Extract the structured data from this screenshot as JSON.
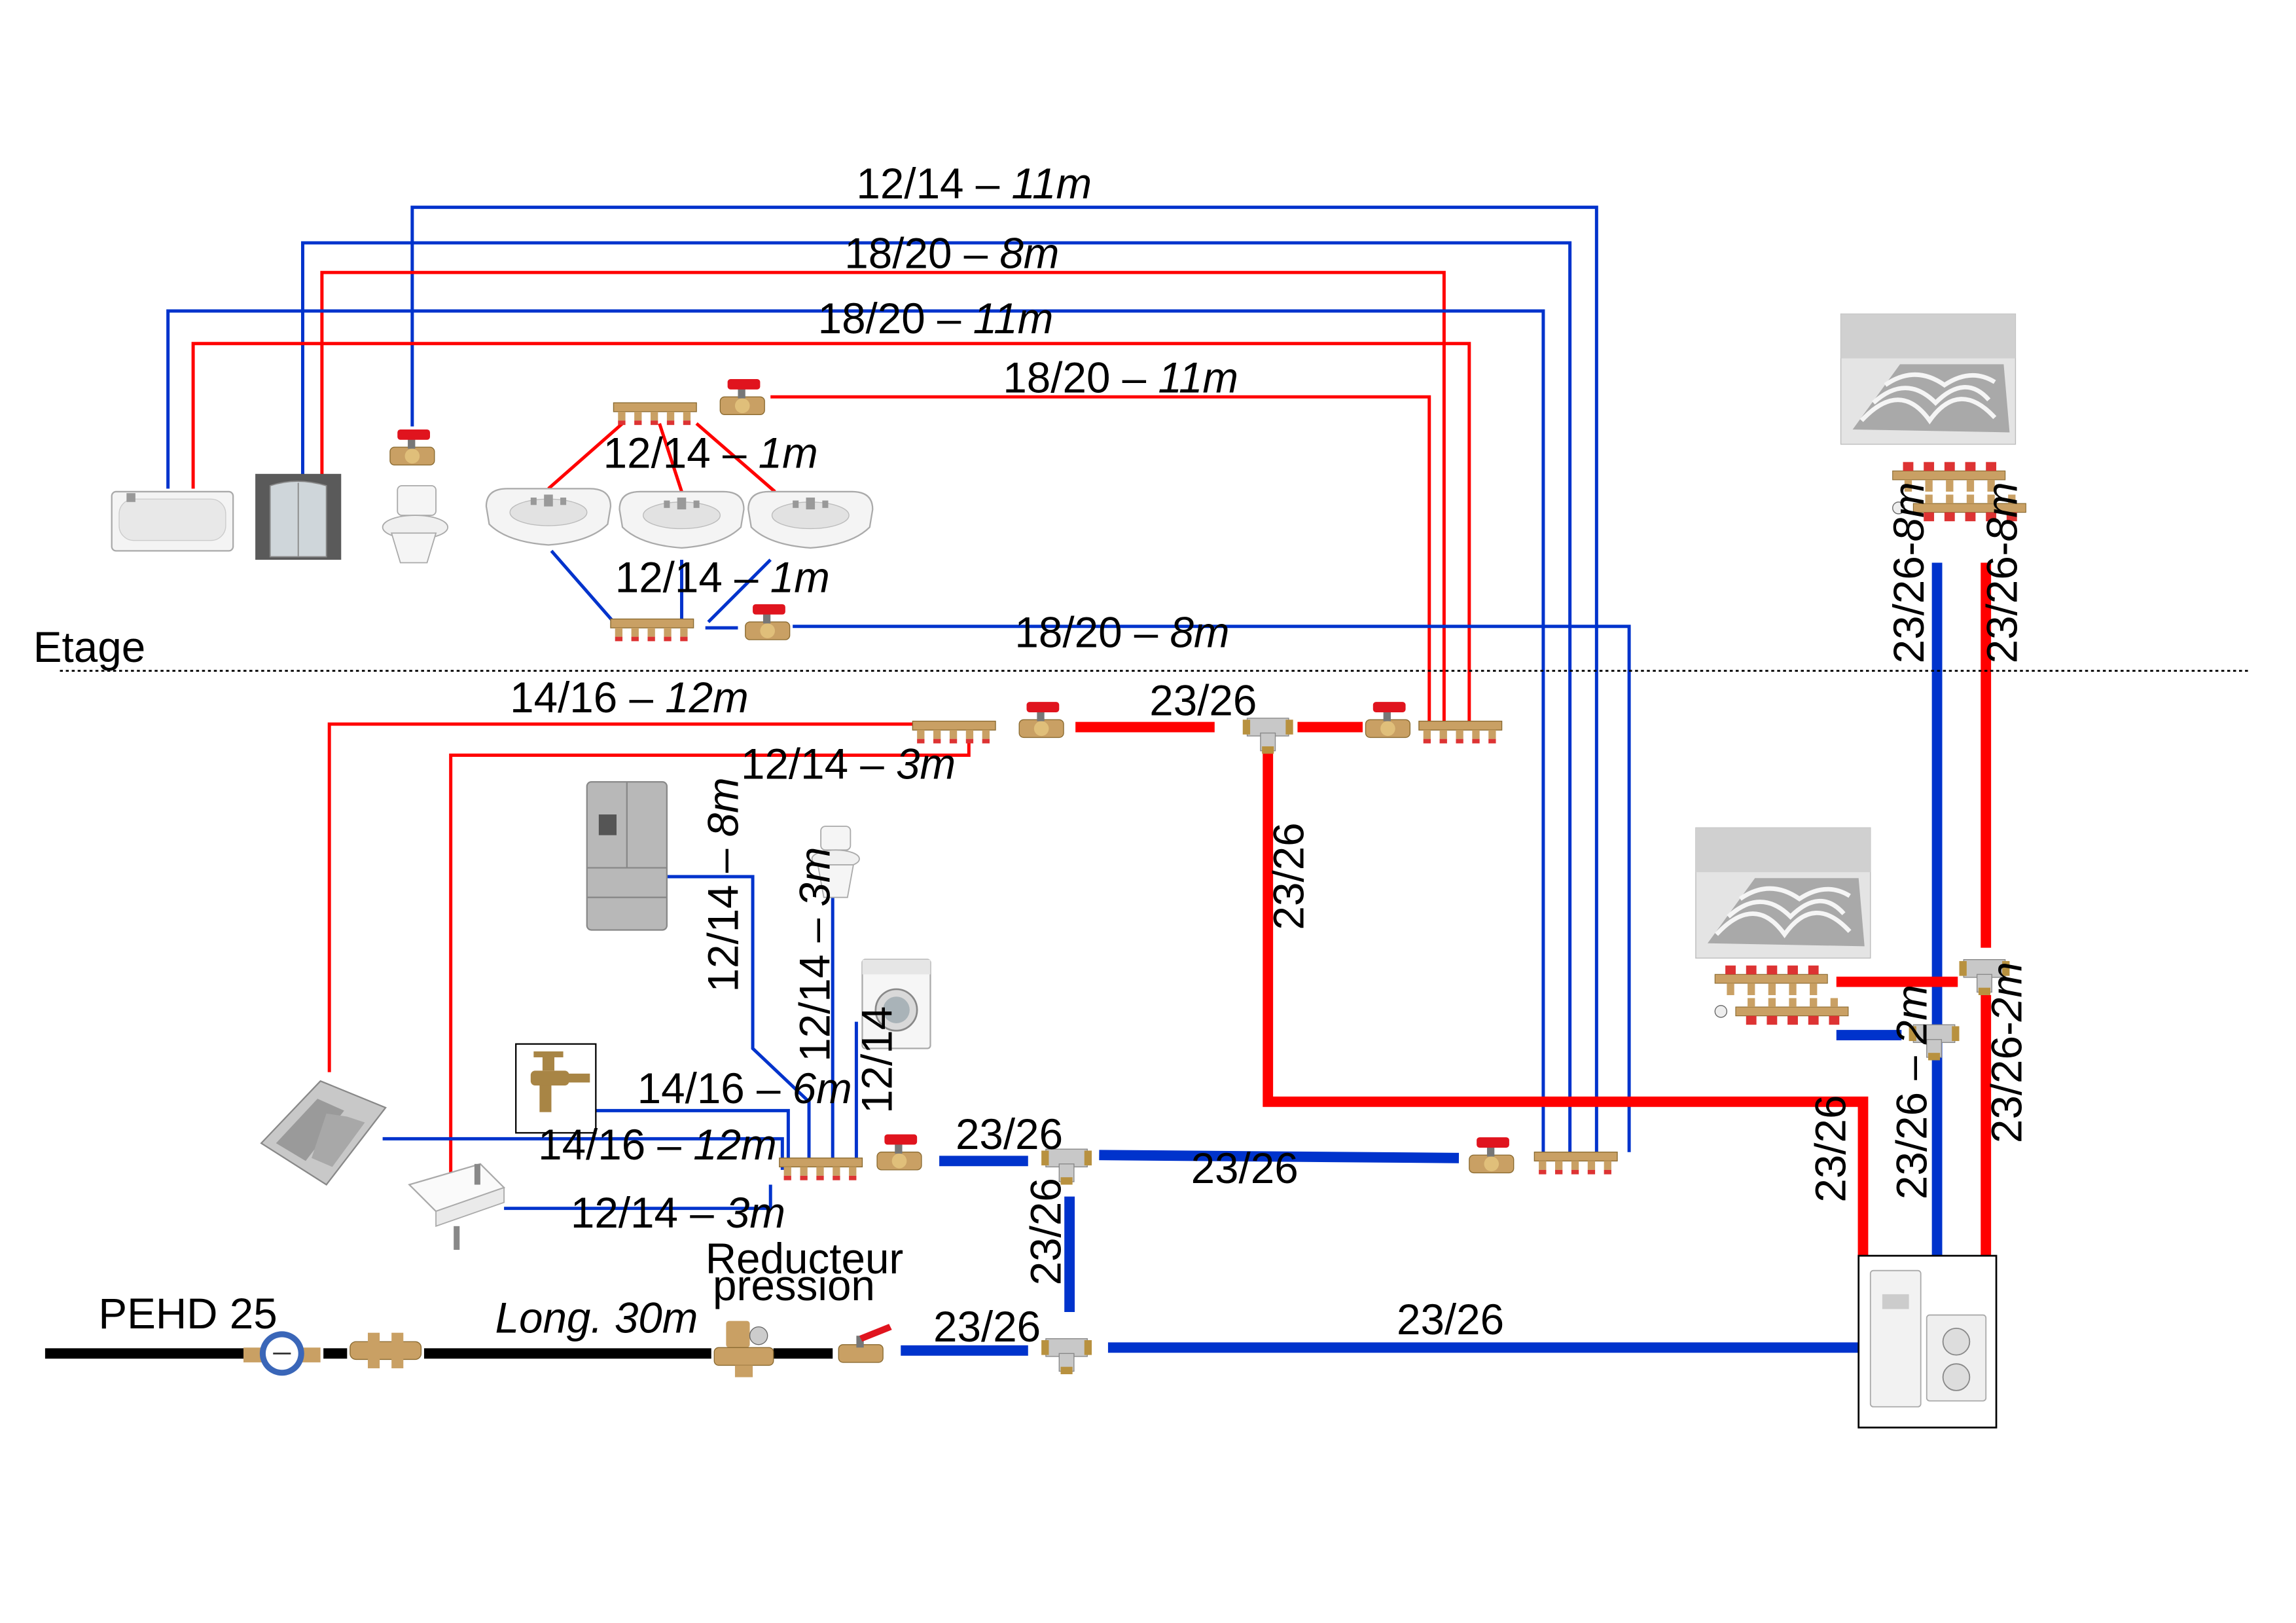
{
  "labels": {
    "etage": "Etage",
    "l_12_14_11m_a": "12/14 – ",
    "l_12_14_11m_b": "11m",
    "l_18_20_8m_a": "18/20 – ",
    "l_18_20_8m_b": "8m",
    "l_18_20_11m_a": "18/20 – ",
    "l_18_20_11m_b": "11m",
    "l_18_20_11m2_a": "18/20 – ",
    "l_18_20_11m2_b": "11m",
    "l_12_14_1m_top_a": "12/14 – ",
    "l_12_14_1m_top_b": "1m",
    "l_12_14_1m_bot_a": "12/14 – ",
    "l_12_14_1m_bot_b": "1m",
    "l_18_20_8m2_a": "18/20 – ",
    "l_18_20_8m2_b": "8m",
    "l_14_16_12m_top_a": "14/16 – ",
    "l_14_16_12m_top_b": "12m",
    "l_12_14_3m_top_a": "12/14 – ",
    "l_12_14_3m_top_b": "3m",
    "l_23_26_red_top": "23/26",
    "l_23_26_red_vert": "23/26",
    "l_12_14_8m_a": "12/14 – ",
    "l_12_14_8m_b": "8m",
    "l_12_14_3m_vert_a": "12/14 – ",
    "l_12_14_3m_vert_b": "3m",
    "l_12_14_vert": "12/14",
    "l_14_16_6m_a": "14/16 – ",
    "l_14_16_6m_b": "6m",
    "l_14_16_12m_a": "14/16 – ",
    "l_14_16_12m_b": "12m",
    "l_12_14_3m_a": "12/14 – ",
    "l_12_14_3m_b": "3m",
    "l_23_26_blue_a": "23/26",
    "l_23_26_blue_b": "23/26",
    "l_23_26_blue_vert": "23/26",
    "l_23_26_main": "23/26",
    "l_23_26_feed": "23/26",
    "l_23_26_red_right": "23/26",
    "l_23_26_8m_blue_a": "23/26-",
    "l_23_26_8m_blue_b": "8m",
    "l_23_26_8m_red_a": "23/26-",
    "l_23_26_8m_red_b": "8m",
    "l_23_26_2m_blue_a": "23/26 – ",
    "l_23_26_2m_blue_b": "2m",
    "l_23_26_2m_red_a": "23/26-",
    "l_23_26_2m_red_b": "2m",
    "pehd": "PEHD 25",
    "long": "Long. 30m",
    "reducteur_1": "Reducteur",
    "reducteur_2": "pression"
  },
  "colors": {
    "hot": "#ff0000",
    "cold": "#0033cc",
    "supply": "#000000",
    "brass": "#c9a064",
    "valve_handle": "#e0141e"
  },
  "icons": [
    "bathtub-icon",
    "shower-icon",
    "toilet-icon",
    "washbasin-icon",
    "brass-manifold-icon",
    "ball-valve-icon",
    "tee-fitting-icon",
    "underfloor-heating-icon",
    "heating-manifold-icon",
    "fridge-icon",
    "washing-machine-icon",
    "outdoor-tap-icon",
    "kitchen-sink-icon",
    "water-meter-icon",
    "pressure-reducer-icon",
    "heat-pump-icon"
  ]
}
